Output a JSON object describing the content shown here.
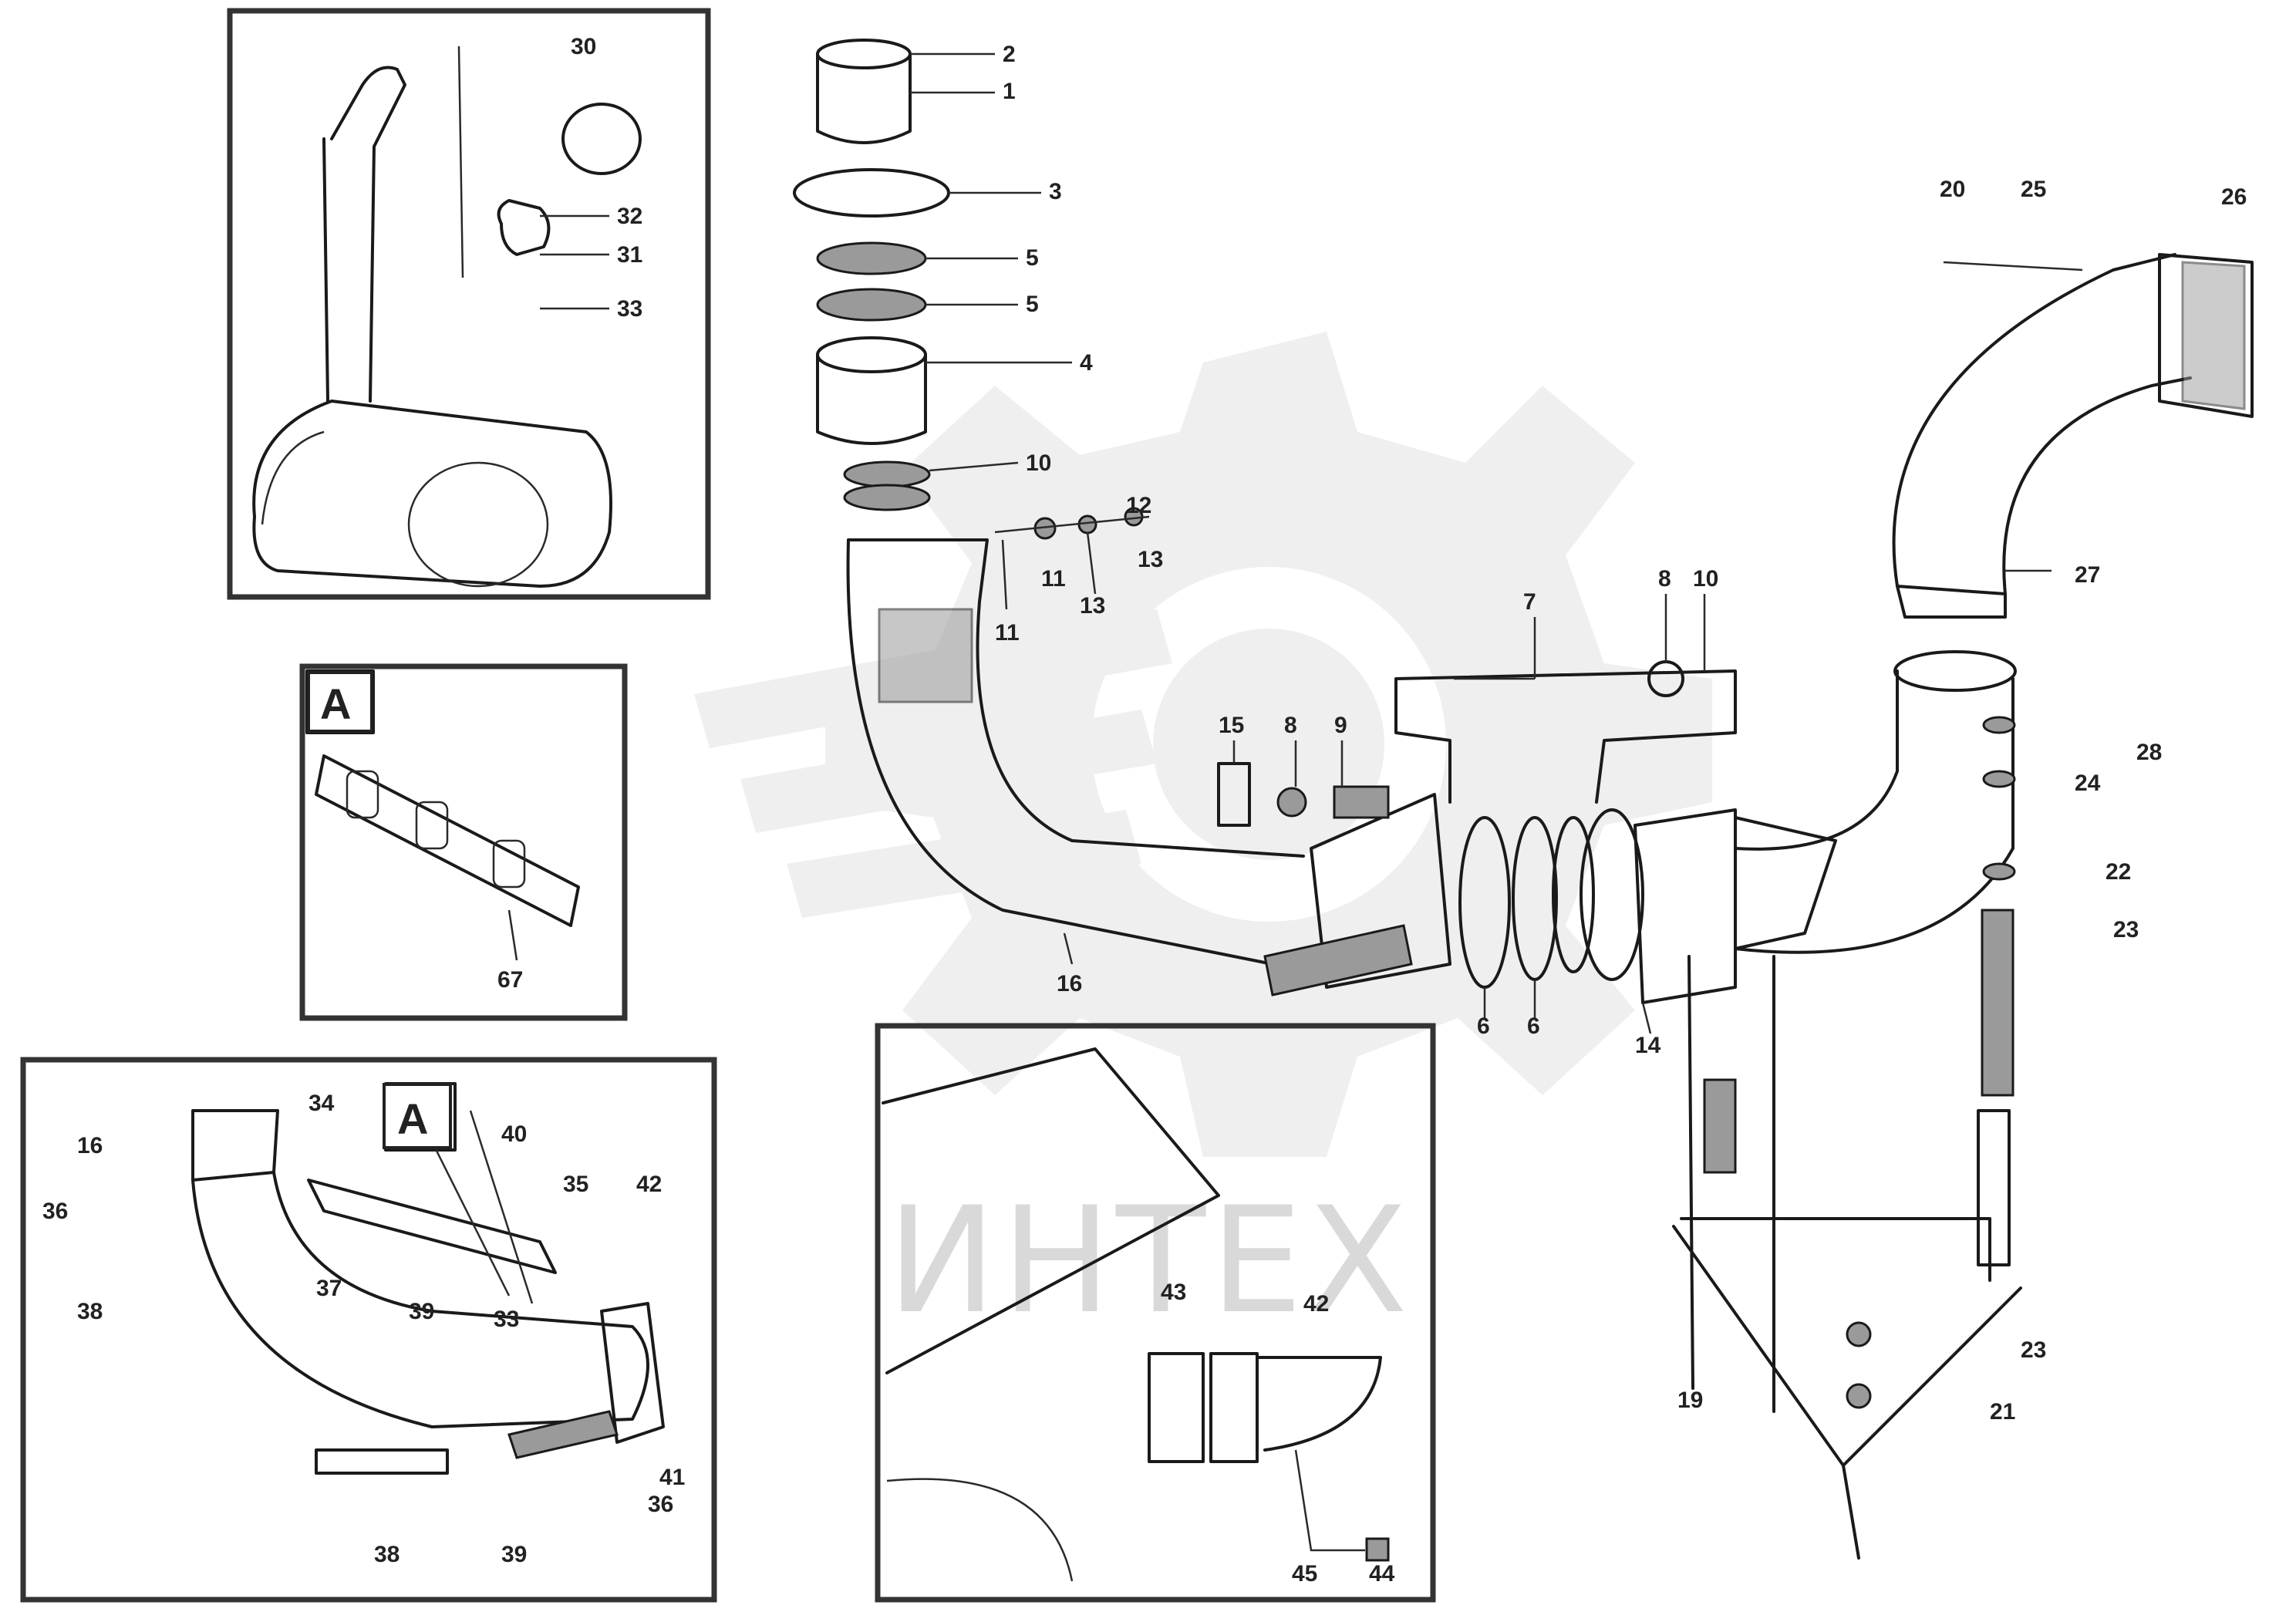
{
  "watermark": {
    "text": "ИНТЕХ",
    "icon": "gear-logo-icon"
  },
  "view_markers": {
    "main": "A",
    "inset": "A"
  },
  "callouts": {
    "c1": "2",
    "c2": "1",
    "c3": "3",
    "c4": "5",
    "c5": "5",
    "c6": "4",
    "c7": "10",
    "c8": "12",
    "c9": "13",
    "c10": "11",
    "c11": "13",
    "c12": "11",
    "c13": "7",
    "c14": "8",
    "c15": "10",
    "c16": "15",
    "c17": "8",
    "c18": "9",
    "c19": "16",
    "c20": "6",
    "c21": "6",
    "c22": "14",
    "c23": "20",
    "c24": "25",
    "c25": "26",
    "c26": "27",
    "c27": "28",
    "c28": "24",
    "c29": "22",
    "c30": "23",
    "c31": "19",
    "c32": "23",
    "c33": "21",
    "c34": "30",
    "c35": "32",
    "c36": "31",
    "c37": "33",
    "c38": "67",
    "c39": "16",
    "c40": "34",
    "c41": "36",
    "c42": "38",
    "c43": "37",
    "c44": "39",
    "c45": "40",
    "c46": "35",
    "c47": "42",
    "c48": "33",
    "c49": "41",
    "c50": "38",
    "c51": "39",
    "c52": "36",
    "c53": "43",
    "c54": "42",
    "c55": "45",
    "c56": "44"
  },
  "footer_ref": {
    "line1": "",
    "line2": "",
    "line3": ""
  }
}
